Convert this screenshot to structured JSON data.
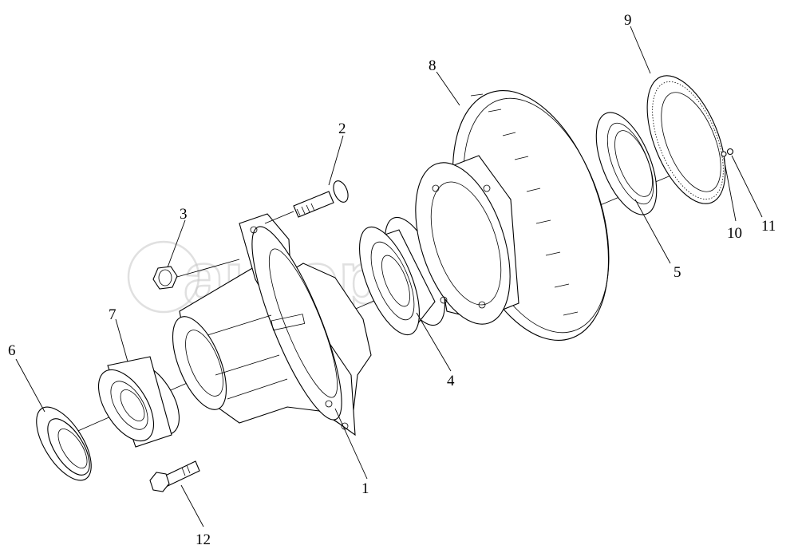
{
  "watermark": "autopiter.ru",
  "labels": {
    "p1": "1",
    "p2": "2",
    "p3": "3",
    "p4": "4",
    "p5": "5",
    "p6": "6",
    "p7": "7",
    "p8": "8",
    "p9": "9",
    "p10": "10",
    "p11": "11",
    "p12": "12"
  },
  "colors": {
    "line": "#000000",
    "background": "#ffffff",
    "watermark": "#c7c7c7"
  }
}
